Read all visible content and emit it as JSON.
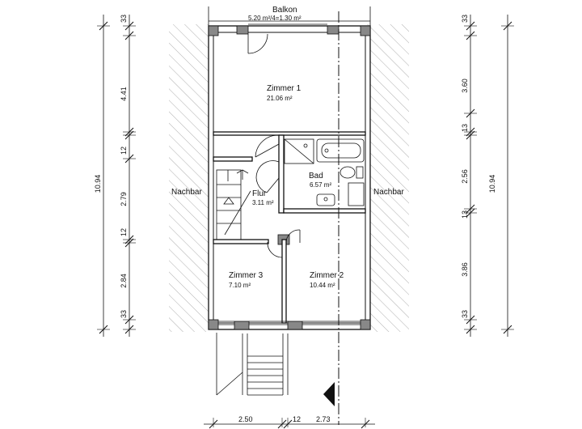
{
  "rooms": {
    "balkon": {
      "name": "Balkon",
      "area": "5.20 m²/4=1.30 m²"
    },
    "zimmer1": {
      "name": "Zimmer 1",
      "area": "21.06 m²"
    },
    "bad": {
      "name": "Bad",
      "area": "6.57 m²"
    },
    "flur": {
      "name": "Flur",
      "area": "3.11 m²"
    },
    "zimmer3": {
      "name": "Zimmer 3",
      "area": "7.10 m²"
    },
    "zimmer2": {
      "name": "Zimmer 2",
      "area": "10.44 m²"
    }
  },
  "neighbors": {
    "left": "Nachbar",
    "right": "Nachbar"
  },
  "dimensions": {
    "left_total": "10.94",
    "left_segments": [
      "33",
      "4.41",
      "12",
      "2.79",
      "12",
      "2.84",
      "33"
    ],
    "right_total": "10.94",
    "right_segments": [
      "33",
      "3.60",
      "13",
      "2.56",
      "13",
      "3.86",
      "33"
    ],
    "bottom_segments": [
      "2.50",
      "12",
      "2.73"
    ]
  },
  "colors": {
    "line": "#111111",
    "hatch": "#9a9a9a",
    "background": "#ffffff"
  }
}
